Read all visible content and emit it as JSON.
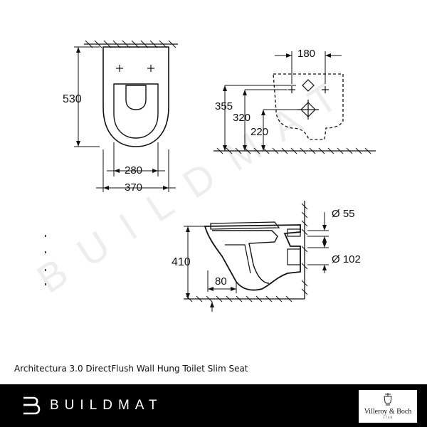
{
  "drawing": {
    "top_view": {
      "height_label": "530",
      "inner_width_label": "280",
      "outer_width_label": "370"
    },
    "rear_view": {
      "bolt_spacing_label": "180",
      "height_355_label": "355",
      "height_320_label": "320",
      "height_220_label": "220"
    },
    "side_view": {
      "height_label": "410",
      "inlet_label": "80",
      "flush_pipe_label": "Ø 55",
      "waste_pipe_label": "Ø 102"
    },
    "watermark": "BUILDMAT"
  },
  "caption": "Architectura 3.0 DirectFlush Wall Hung Toilet Slim Seat",
  "footer": {
    "brand_name": "BUILDMAT",
    "brand_icon": "buildmat-logo-icon",
    "partner_name": "Villeroy & Boch",
    "partner_year": "1748",
    "partner_icon": "villeroy-boch-crest-icon",
    "background_color": "#000000",
    "text_color": "#ffffff"
  }
}
